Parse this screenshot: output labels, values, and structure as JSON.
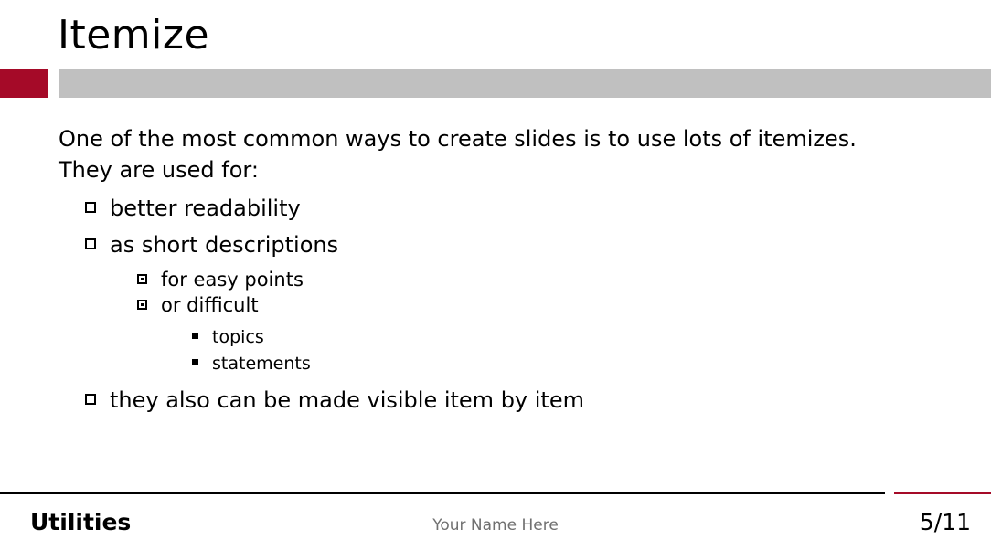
{
  "slide": {
    "title": "Itemize",
    "intro_line1": "One of the most common ways to create slides is to use lots of itemizes.",
    "intro_line2": "They are used for:",
    "items": [
      {
        "label": "better readability"
      },
      {
        "label": "as short descriptions",
        "children": [
          {
            "label": "for easy points"
          },
          {
            "label": "or difficult",
            "children": [
              {
                "label": "topics"
              },
              {
                "label": "statements"
              }
            ]
          }
        ]
      },
      {
        "label": "they also can be made visible item by item"
      }
    ]
  },
  "footer": {
    "short_title": "Utilities",
    "author": "Your Name Here",
    "page": "5/11"
  },
  "colors": {
    "accent": "#a50a28",
    "title_bar": "#c0c0c0",
    "footer_accent": "#a50a28"
  }
}
